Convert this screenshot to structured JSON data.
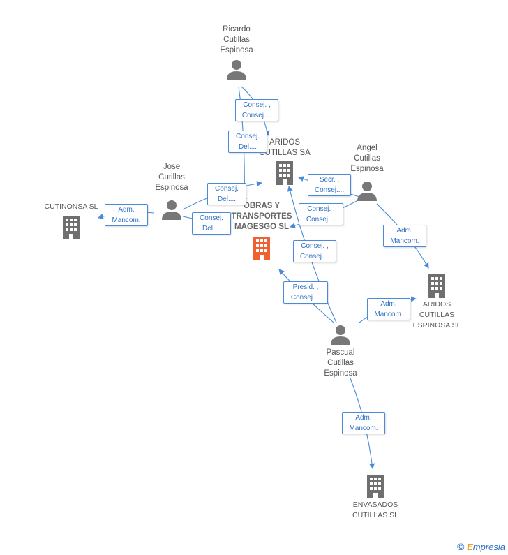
{
  "colors": {
    "edge": "#4a8ad8",
    "person_icon": "#777777",
    "company_icon": "#6f6f6f",
    "focus_icon": "#f06030",
    "text": "#555555"
  },
  "people": {
    "ricardo": "Ricardo\nCutillas\nEspinosa",
    "jose": "Jose\nCutillas\nEspinosa",
    "angel": "Angel\nCutillas\nEspinosa",
    "pascual": "Pascual\nCutillas\nEspinosa"
  },
  "companies": {
    "obras": "OBRAS Y\nTRANSPORTES\nMAGESGO SL",
    "aridos_sa": "ARIDOS\nCUTILLAS SA",
    "cutinonsa": "CUTINONSA  SL",
    "aridos_sl": "ARIDOS\nCUTILLAS\nESPINOSA SL",
    "envasados": "ENVASADOS\nCUTILLAS  SL"
  },
  "relations": {
    "r1": "Consej. ,\nConsej....",
    "r2": "Consej.\nDel....",
    "r3": "Consej.\nDel....",
    "r4": "Consej.\nDel....",
    "r5": "Adm.\nMancom.",
    "r6": "Secr. ,\nConsej....",
    "r7": "Consej. ,\nConsej....",
    "r8": "Consej. ,\nConsej....",
    "r9": "Adm.\nMancom.",
    "r10": "Presid. ,\nConsej....",
    "r11": "Adm.\nMancom.",
    "r12": "Adm.\nMancom."
  },
  "brand": {
    "copyright": "©",
    "first_letter": "E",
    "rest": "mpresia"
  }
}
